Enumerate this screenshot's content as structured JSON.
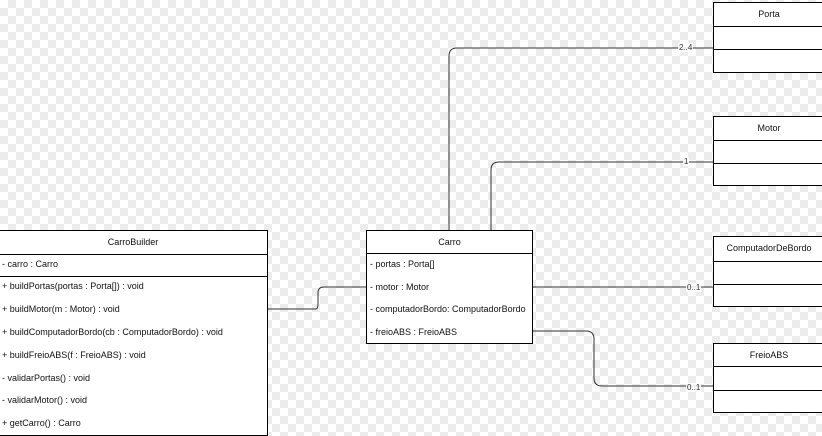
{
  "classes": {
    "carro_builder": {
      "name": "CarroBuilder",
      "attributes": [
        "- carro : Carro"
      ],
      "methods": [
        "+ buildPortas(portas : Porta[]) : void",
        "+ buildMotor(m : Motor) : void",
        "+ buildComputadorBordo(cb : ComputadorBordo) : void",
        "+ buildFreioABS(f : FreioABS) : void",
        "- validarPortas() : void",
        "- validarMotor() : void",
        "+ getCarro() : Carro"
      ]
    },
    "carro": {
      "name": "Carro",
      "attributes": [
        "- portas : Porta[]",
        "- motor : Motor",
        "- computadorBordo: ComputadorBordo",
        "- freioABS : FreioABS"
      ]
    },
    "porta": {
      "name": "Porta"
    },
    "motor": {
      "name": "Motor"
    },
    "computador_bordo": {
      "name": "ComputadorDeBordo"
    },
    "freio_abs": {
      "name": "FreioABS"
    }
  },
  "associations": {
    "porta_multiplicity": "2..4",
    "motor_multiplicity": "1",
    "computador_multiplicity": "0..1",
    "freio_multiplicity": "0..1"
  }
}
